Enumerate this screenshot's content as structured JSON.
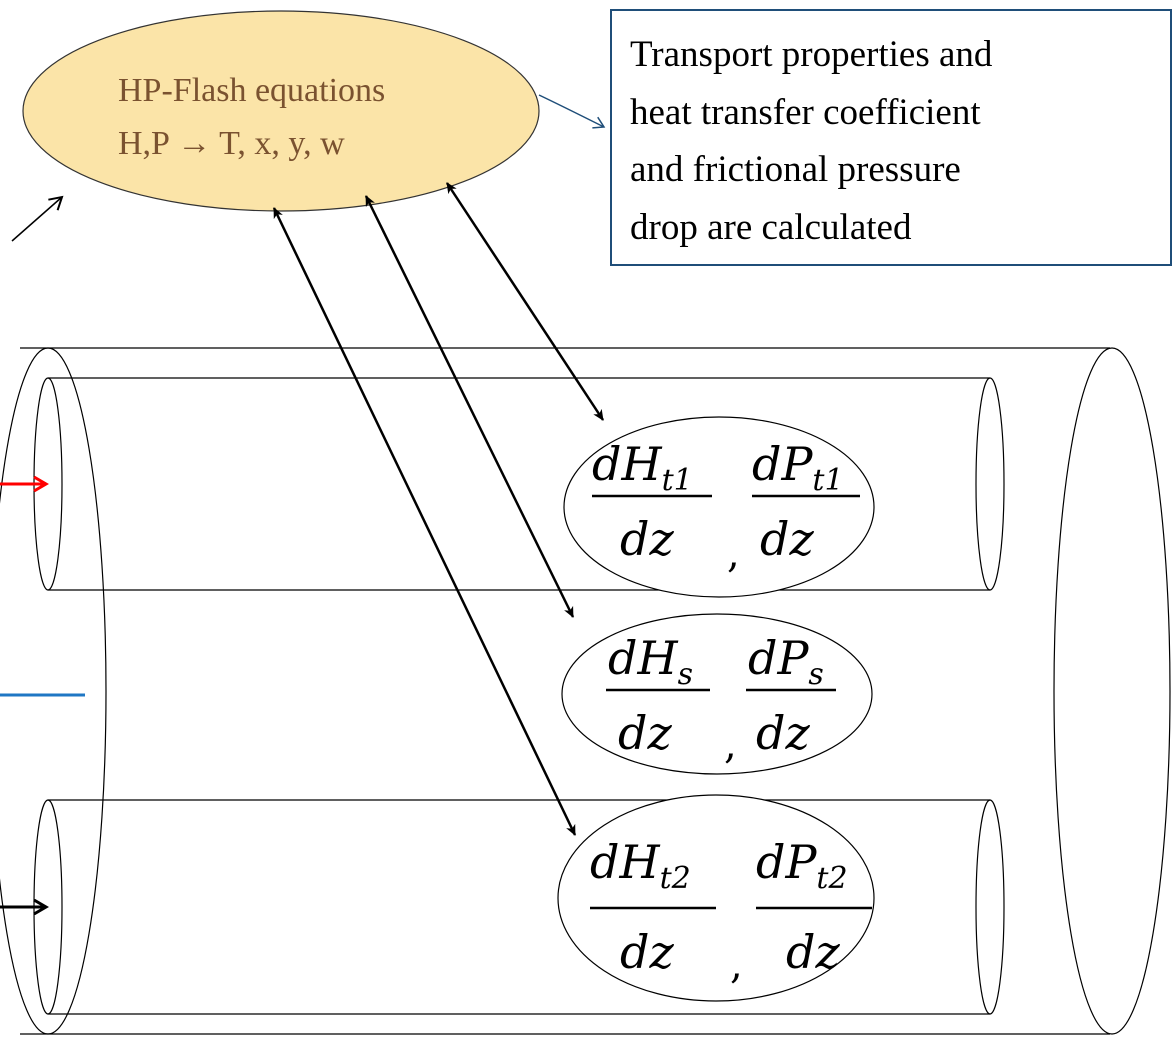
{
  "flash": {
    "line1": "HP-Flash equations",
    "line2": "H,P → T, x, y, w",
    "fill": "#fbe4a8"
  },
  "info_box": {
    "lines": [
      "Transport properties and",
      "heat transfer coefficient",
      "and frictional pressure",
      "drop are calculated"
    ],
    "border": "#1f4e79"
  },
  "equations": [
    {
      "h_num": "dH",
      "h_sub": "t1",
      "h_den": "dz",
      "sep": ",",
      "p_num": "dP",
      "p_sub": "t1",
      "p_den": "dz"
    },
    {
      "h_num": "dH",
      "h_sub": "s",
      "h_den": "dz",
      "sep": ",",
      "p_num": "dP",
      "p_sub": "s",
      "p_den": "dz"
    },
    {
      "h_num": "dH",
      "h_sub": "t2",
      "h_den": "dz",
      "sep": ",",
      "p_num": "dP",
      "p_sub": "t2",
      "p_den": "dz"
    }
  ],
  "colors": {
    "inlet_tube1": "#ff0000",
    "shell_line": "#1f77c4",
    "inlet_tube2": "#000000",
    "connector": "#1f4e79"
  }
}
